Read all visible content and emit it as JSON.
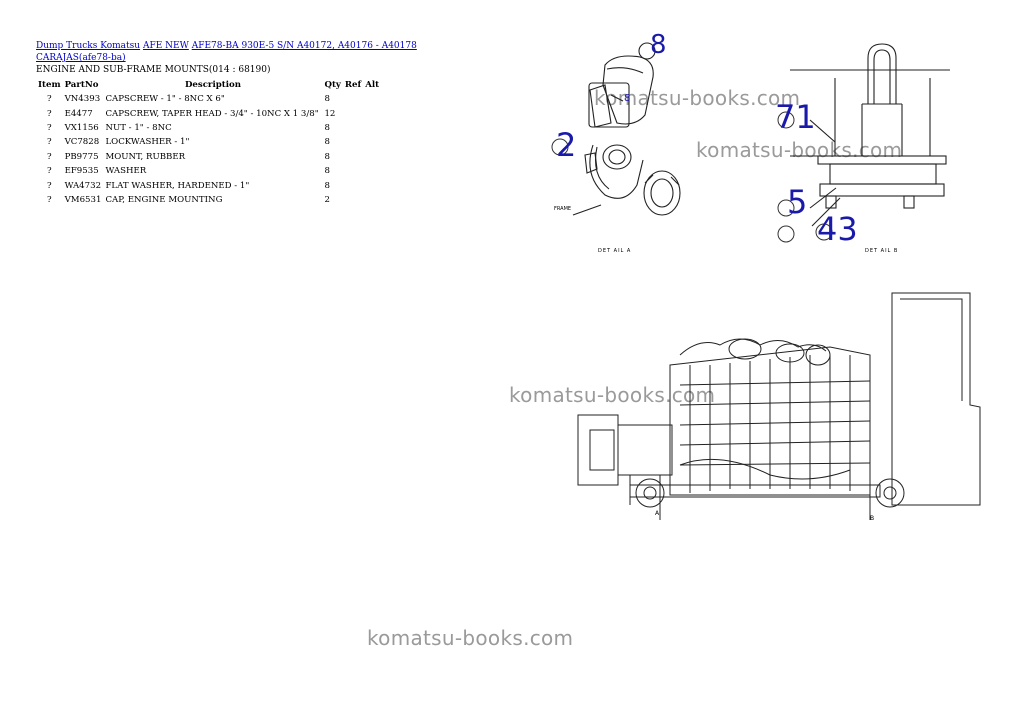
{
  "breadcrumb": {
    "link1": "Dump Trucks Komatsu",
    "link2": "AFE NEW",
    "link3": "AFE78-BA 930E-5 S/N A40172, A40176 - A40178 CARAJAS(afe78-ba)"
  },
  "section_title": "ENGINE AND SUB-FRAME MOUNTS(014 : 68190)",
  "table": {
    "headers": [
      "Item",
      "PartNo",
      "Description",
      "Qty",
      "Ref",
      "Alt"
    ],
    "rows": [
      {
        "item": "?",
        "partno": "VN4393",
        "description": "CAPSCREW - 1\" - 8NC X 6\"",
        "qty": "8"
      },
      {
        "item": "?",
        "partno": "E4477",
        "description": "CAPSCREW, TAPER HEAD - 3/4\" - 10NC X 1 3/8\"",
        "qty": "12"
      },
      {
        "item": "?",
        "partno": "VX1156",
        "description": "NUT - 1\" - 8NC",
        "qty": "8"
      },
      {
        "item": "?",
        "partno": "VC7828",
        "description": "LOCKWASHER - 1\"",
        "qty": "8"
      },
      {
        "item": "?",
        "partno": "PB9775",
        "description": "MOUNT, RUBBER",
        "qty": "8"
      },
      {
        "item": "?",
        "partno": "EF9535",
        "description": "WASHER",
        "qty": "8"
      },
      {
        "item": "?",
        "partno": "WA4732",
        "description": "FLAT WASHER, HARDENED - 1\"",
        "qty": "8"
      },
      {
        "item": "?",
        "partno": "VM6531",
        "description": "CAP, ENGINE MOUNTING",
        "qty": "2"
      }
    ]
  },
  "watermark": "komatsu-books.com",
  "callouts": {
    "c8": "8",
    "c8_small": "8",
    "c2": "2",
    "c71": "71",
    "c5": "5",
    "c43": "43"
  },
  "diagram_labels": {
    "frame": "FRAME",
    "detail_a": "DET AIL A",
    "detail_b": "DET AIL B",
    "view_a": "A",
    "view_b": "B"
  },
  "colors": {
    "link": "#0000cc",
    "callout": "#1a1aaa",
    "watermark": "#9a9a9a"
  }
}
